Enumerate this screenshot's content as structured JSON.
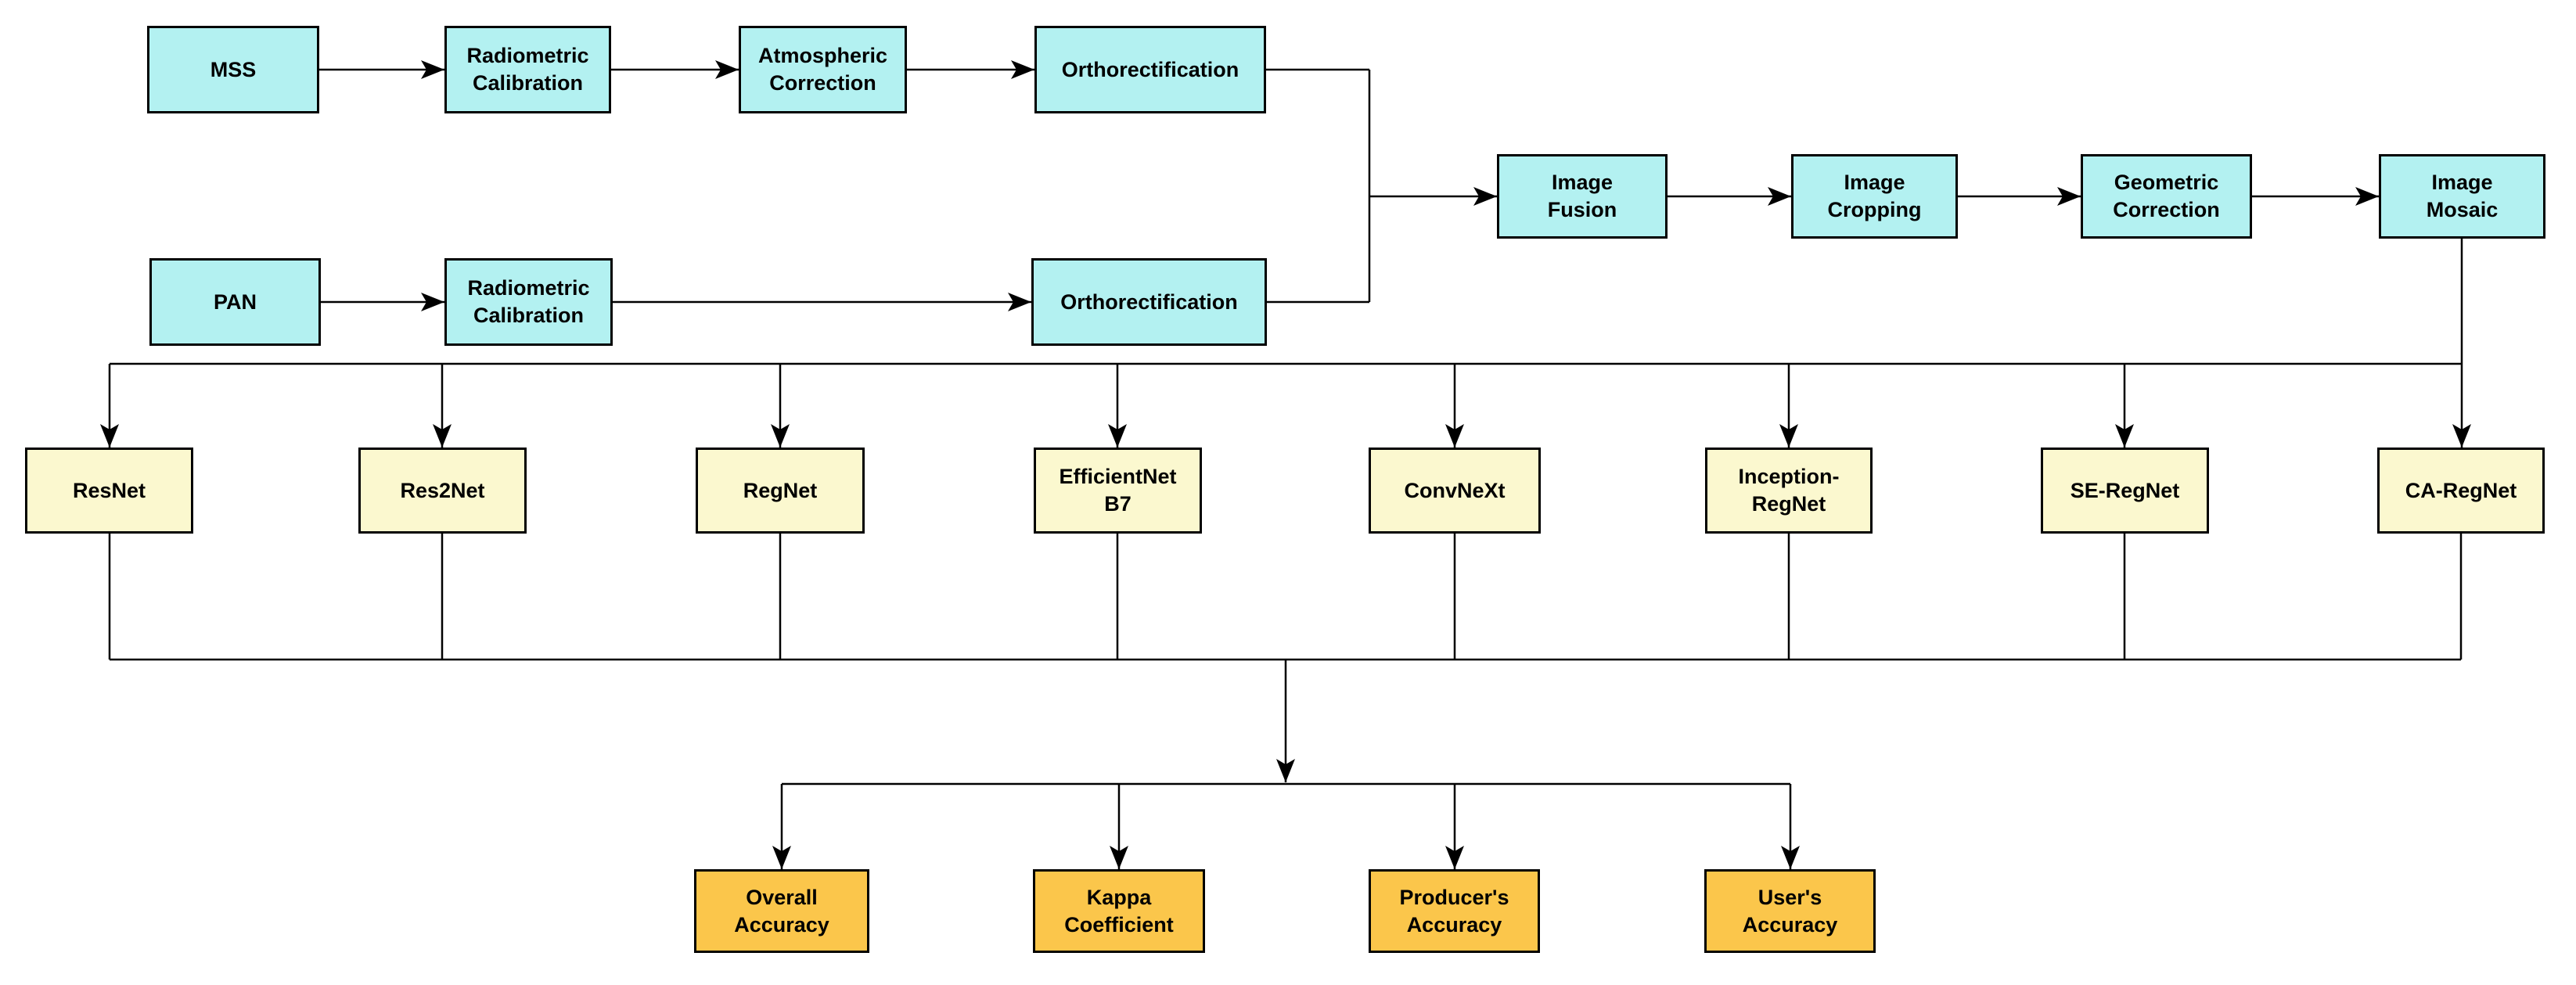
{
  "pipeline": {
    "mss": {
      "label": "MSS"
    },
    "radiometric_calibration_mss": {
      "label": "Radiometric\nCalibration"
    },
    "atmospheric_correction": {
      "label": "Atmospheric\nCorrection"
    },
    "orthorectification_mss": {
      "label": "Orthorectification"
    },
    "pan": {
      "label": "PAN"
    },
    "radiometric_calibration_pan": {
      "label": "Radiometric\nCalibration"
    },
    "orthorectification_pan": {
      "label": "Orthorectification"
    },
    "image_fusion": {
      "label": "Image\nFusion"
    },
    "image_cropping": {
      "label": "Image\nCropping"
    },
    "geometric_correction": {
      "label": "Geometric\nCorrection"
    },
    "image_mosaic": {
      "label": "Image\nMosaic"
    }
  },
  "models": [
    {
      "label": "ResNet"
    },
    {
      "label": "Res2Net"
    },
    {
      "label": "RegNet"
    },
    {
      "label": "EfficientNet\nB7"
    },
    {
      "label": "ConvNeXt"
    },
    {
      "label": "Inception-\nRegNet"
    },
    {
      "label": "SE-RegNet"
    },
    {
      "label": "CA-RegNet"
    }
  ],
  "metrics": [
    {
      "label": "Overall\nAccuracy"
    },
    {
      "label": "Kappa\nCoefficient"
    },
    {
      "label": "Producer's\nAccuracy"
    },
    {
      "label": "User's\nAccuracy"
    }
  ],
  "colors": {
    "process_fill": "#B3F1F1",
    "model_fill": "#FBF8CF",
    "metric_fill": "#FBC64B",
    "border": "#000000",
    "connector": "#000000"
  }
}
